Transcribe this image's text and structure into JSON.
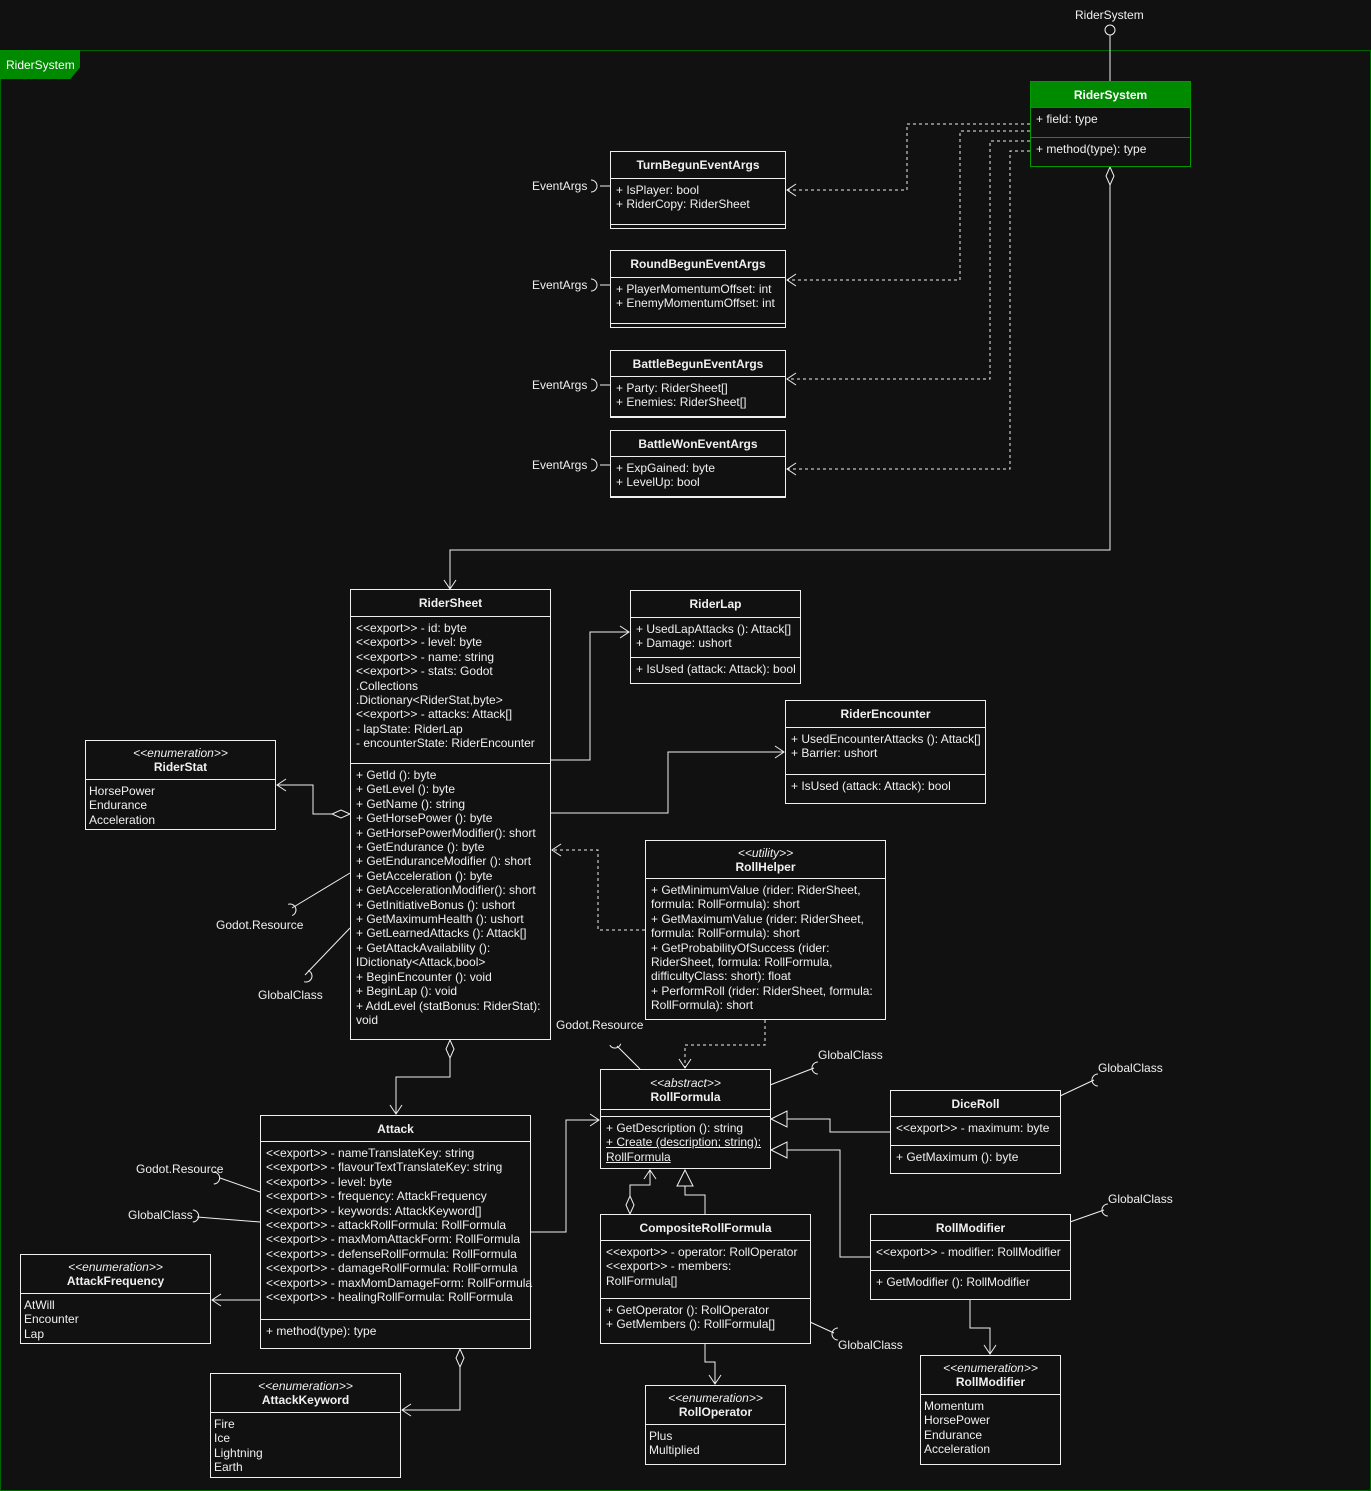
{
  "package": {
    "label": "RiderSystem"
  },
  "provided_interface": {
    "label": "RiderSystem"
  },
  "classes": [
    {
      "id": "ridersystem",
      "name": "RiderSystem",
      "attrs": [
        "+ field: type"
      ],
      "methods": [
        "+ method(type): type"
      ]
    },
    {
      "id": "turnbegun",
      "name": "TurnBegunEventArgs",
      "attrs": [
        "+ IsPlayer: bool",
        "+ RiderCopy: RiderSheet"
      ],
      "methods": []
    },
    {
      "id": "roundbegun",
      "name": "RoundBegunEventArgs",
      "attrs": [
        "+ PlayerMomentumOffset: int",
        "+ EnemyMomentumOffset: int"
      ],
      "methods": []
    },
    {
      "id": "battlebegun",
      "name": "BattleBegunEventArgs",
      "attrs": [
        "+ Party: RiderSheet[]",
        "+ Enemies: RiderSheet[]"
      ],
      "methods": []
    },
    {
      "id": "battlewon",
      "name": "BattleWonEventArgs",
      "attrs": [
        "+ ExpGained: byte",
        "+ LevelUp: bool"
      ],
      "methods": []
    },
    {
      "id": "ridersheet",
      "name": "RiderSheet",
      "attrs": [
        "<<export>> - id: byte",
        "<<export>> - level: byte",
        "<<export>> - name: string",
        "<<export>> - stats: Godot",
        ".Collections",
        ".Dictionary<RiderStat,byte>",
        "<<export>> - attacks: Attack[]",
        "- lapState: RiderLap",
        "- encounterState: RiderEncounter"
      ],
      "methods": [
        "+ GetId (): byte",
        "+ GetLevel (): byte",
        "+ GetName (): string",
        "+ GetHorsePower (): byte",
        "+ GetHorsePowerModifier(): short",
        "+ GetEndurance (): byte",
        "+ GetEnduranceModifier (): short",
        "+ GetAcceleration (): byte",
        "+ GetAccelerationModifier(): short",
        "+ GetInitiativeBonus (): ushort",
        "+ GetMaximumHealth (): ushort",
        "+ GetLearnedAttacks (): Attack[]",
        "+ GetAttackAvailability ():",
        "IDictionaty<Attack,bool>",
        "+ BeginEncounter (): void",
        "+ BeginLap (): void",
        "+ AddLevel (statBonus: RiderStat):",
        "void"
      ]
    },
    {
      "id": "riderlap",
      "name": "RiderLap",
      "attrs": [
        "+ UsedLapAttacks (): Attack[]",
        "+ Damage: ushort"
      ],
      "methods": [
        "+ IsUsed (attack: Attack): bool"
      ]
    },
    {
      "id": "riderencounter",
      "name": "RiderEncounter",
      "attrs": [
        "+ UsedEncounterAttacks (): Attack[]",
        "+ Barrier: ushort"
      ],
      "methods": [
        "+ IsUsed (attack: Attack): bool"
      ]
    },
    {
      "id": "riderstat",
      "stereotype": "<<enumeration>>",
      "name": "RiderStat",
      "items": [
        "HorsePower",
        "Endurance",
        "Acceleration"
      ]
    },
    {
      "id": "rollhelper",
      "stereotype": "<<utility>>",
      "name": "RollHelper",
      "methods": [
        "+ GetMinimumValue (rider: RiderSheet,",
        "formula: RollFormula): short",
        "+ GetMaximumValue (rider: RiderSheet,",
        "formula: RollFormula): short",
        "+ GetProbabilityOfSuccess (rider:",
        "RiderSheet, formula: RollFormula,",
        "difficultyClass: short): float",
        "+ PerformRoll (rider: RiderSheet, formula:",
        "RollFormula): short"
      ]
    },
    {
      "id": "rollformula",
      "stereotype": "<<abstract>>",
      "name": "RollFormula",
      "attrs": [],
      "methods": [
        "+ GetDescription (): string",
        "+ Create (description; string):",
        "RollFormula"
      ]
    },
    {
      "id": "diceroll",
      "name": "DiceRoll",
      "attrs": [
        "<<export>> - maximum: byte"
      ],
      "methods": [
        "+ GetMaximum (): byte"
      ]
    },
    {
      "id": "composite",
      "name": "CompositeRollFormula",
      "attrs": [
        "<<export>> - operator: RollOperator",
        "<<export>> - members:",
        "RollFormula[]"
      ],
      "methods": [
        "+ GetOperator (): RollOperator",
        "+ GetMembers (): RollFormula[]"
      ]
    },
    {
      "id": "rollmodifier",
      "name": "RollModifier",
      "attrs": [
        "<<export>> - modifier: RollModifier"
      ],
      "methods": [
        "+ GetModifier (): RollModifier"
      ]
    },
    {
      "id": "attack",
      "name": "Attack",
      "attrs": [
        "<<export>> - nameTranslateKey: string",
        "<<export>> - flavourTextTranslateKey: string",
        "<<export>> - level: byte",
        "<<export>> - frequency: AttackFrequency",
        "<<export>> - keywords: AttackKeyword[]",
        "<<export>> - attackRollFormula: RollFormula",
        "<<export>> - maxMomAttackForm: RollFormula",
        "<<export>> - defenseRollFormula: RollFormula",
        "<<export>> - damageRollFormula: RollFormula",
        "<<export>> - maxMomDamageForm: RollFormula",
        "<<export>> - healingRollFormula: RollFormula"
      ],
      "methods": [
        "+ method(type): type"
      ]
    },
    {
      "id": "attackfrequency",
      "stereotype": "<<enumeration>>",
      "name": "AttackFrequency",
      "items": [
        "AtWill",
        "Encounter",
        "Lap"
      ]
    },
    {
      "id": "attackkeyword",
      "stereotype": "<<enumeration>>",
      "name": "AttackKeyword",
      "items": [
        "Fire",
        "Ice",
        "Lightning",
        "Earth"
      ]
    },
    {
      "id": "rolloperator",
      "stereotype": "<<enumeration>>",
      "name": "RollOperator",
      "items": [
        "Plus",
        "Multiplied"
      ]
    },
    {
      "id": "rollmodifierenum",
      "stereotype": "<<enumeration>>",
      "name": "RollModifier",
      "items": [
        "Momentum",
        "HorsePower",
        "Endurance",
        "Acceleration"
      ]
    }
  ],
  "interfaces": [
    {
      "label": "EventArgs"
    },
    {
      "label": "EventArgs"
    },
    {
      "label": "EventArgs"
    },
    {
      "label": "EventArgs"
    },
    {
      "label": "Godot.Resource"
    },
    {
      "label": "GlobalClass"
    },
    {
      "label": "Godot.Resource"
    },
    {
      "label": "GlobalClass"
    },
    {
      "label": "GlobalClass"
    },
    {
      "label": "GlobalClass"
    },
    {
      "label": "GlobalClass"
    },
    {
      "label": "Godot.Resource"
    },
    {
      "label": "GlobalClass"
    }
  ],
  "colors": {
    "background": "#111111",
    "line": "#f0f0f0",
    "accent": "#008a00",
    "frame": "#006600"
  }
}
